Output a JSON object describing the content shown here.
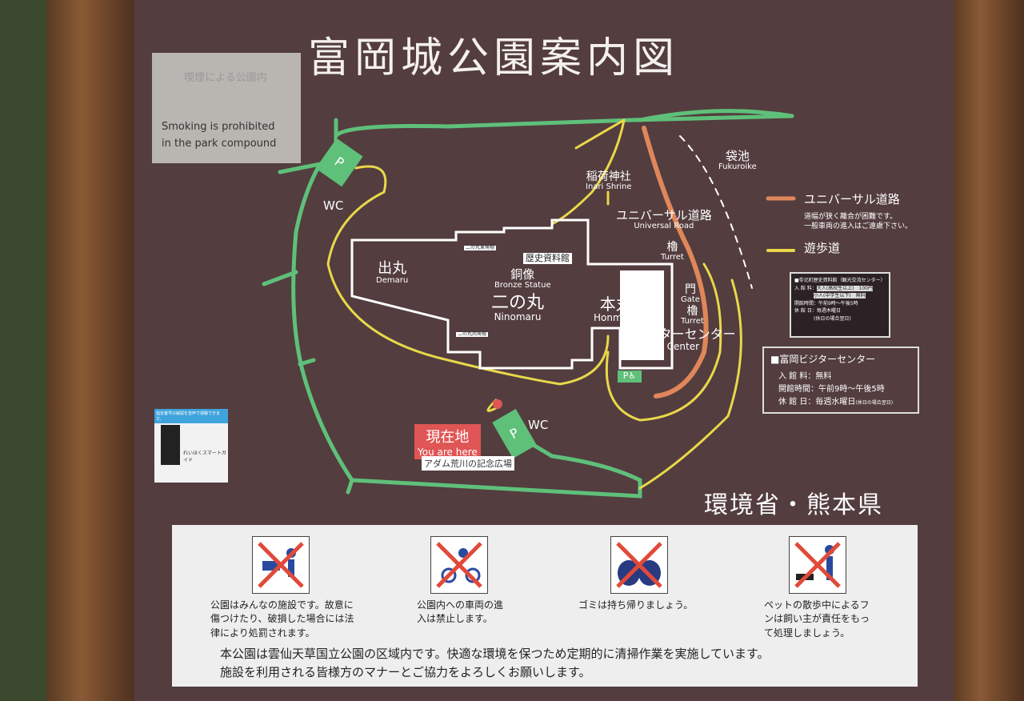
{
  "title": "富岡城公園案内図",
  "smoking_sign": {
    "jp": "喫煙による公園内",
    "en1": "Smoking is prohibited",
    "en2": "in the park compound"
  },
  "map": {
    "parking": "P",
    "wc": "WC",
    "inari": {
      "jp": "稲荷神社",
      "en": "Inari Shrine"
    },
    "fukuroike": {
      "jp": "袋池",
      "en": "Fukuroike"
    },
    "universal_road": {
      "jp": "ユニバーサル道路",
      "en": "Universal Road"
    },
    "demaru": {
      "jp": "出丸",
      "en": "Demaru"
    },
    "bronze": {
      "jp": "銅像",
      "en": "Bronze Statue"
    },
    "ninomaru": {
      "jp": "二の丸",
      "en": "Ninomaru"
    },
    "honmaru": {
      "jp": "本丸",
      "en": "Honmaru"
    },
    "museum": "歴史資料館",
    "turret1": {
      "jp": "櫓",
      "en": "Turret"
    },
    "gate": {
      "jp": "門",
      "en": "Gate"
    },
    "turret2": {
      "jp": "櫓",
      "en": "Turret"
    },
    "visitor": {
      "jp": "ビジターセンター",
      "en": "Visitor Center"
    },
    "east_turret": "二の丸東角櫓",
    "west_turret": "二の丸西角櫓",
    "here": {
      "jp": "現在地",
      "en": "You are here"
    },
    "plaza": "アダム荒川の記念広場"
  },
  "legend": {
    "universal": "ユニバーサル道路",
    "universal_note1": "道幅が狭く離合が困難です。",
    "universal_note2": "一般車両の進入はご遠慮下さい。",
    "walk": "遊歩道",
    "colors": {
      "universal": "#e0875a",
      "walk": "#e8d84a",
      "green": "#5fc07a",
      "here": "#e05555"
    }
  },
  "museum_plate": {
    "title": "■苓北町歴史資料館（観光交流センター）",
    "fee_label": "入 館 料：",
    "adult": "大人(高校生以上)　100円",
    "child": "小人(中学生以下)　無料",
    "hours": "開館時間：午前9時～午後5時",
    "closed": "休 館 日：毎週木曜日",
    "closed_note": "(休日の場合翌日)"
  },
  "visitor_info": {
    "title": "■富岡ビジターセンター",
    "fee": "入 館 料：無料",
    "hours": "開館時間：午前9時～午後5時",
    "closed": "休 館 日：毎週水曜日",
    "closed_note": "(休日の場合翌日)"
  },
  "qr_card": {
    "header": "指定番号の解説を音声で視聴できます。",
    "name": "れいほくスマートガイド"
  },
  "authority": "環境省・熊本県",
  "rules": [
    {
      "icon": "no-vandalism-icon",
      "text": "公園はみんなの施設です。故意に傷つけたり、破損した場合には法律により処罰されます。"
    },
    {
      "icon": "no-vehicles-icon",
      "text": "公園内への車両の進入は禁止します。"
    },
    {
      "icon": "no-litter-icon",
      "text": "ゴミは持ち帰りましょう。"
    },
    {
      "icon": "no-pet-waste-icon",
      "text": "ペットの散歩中によるフンは飼い主が責任をもって処理しましょう。"
    }
  ],
  "footer1": "本公園は雲仙天草国立公園の区域内です。快適な環境を保つため定期的に清掃作業を実施しています。",
  "footer2": "施設を利用される皆様方のマナーとご協力をよろしくお願いします。"
}
